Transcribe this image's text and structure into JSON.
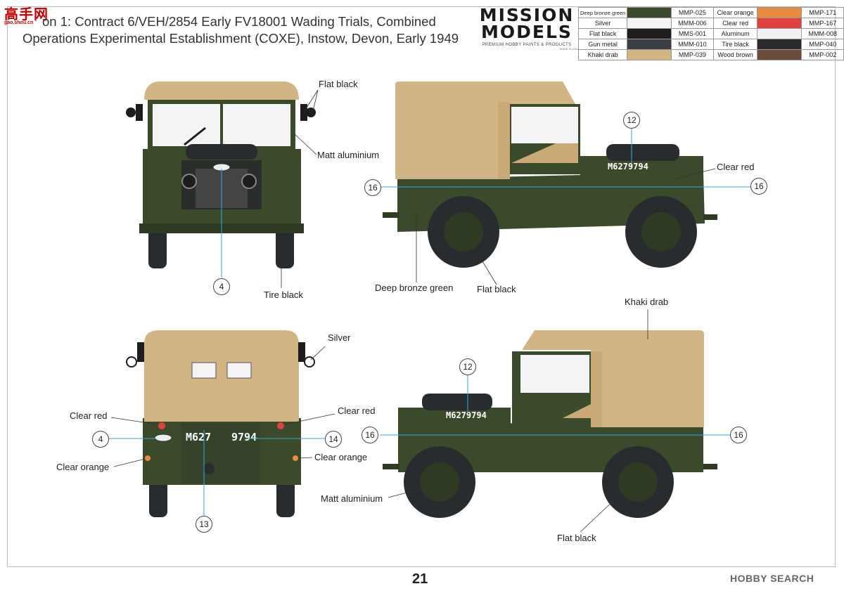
{
  "header": {
    "title_line1": "on 1: Contract 6/VEH/2854 Early FV18001 Wading Trials, Combined",
    "title_line2": "Operations Experimental Establishment (COXE), Instow, Devon, Early 1949"
  },
  "site_logo": {
    "text": "高手网",
    "sub": "gao.shou.cn"
  },
  "brand": {
    "line1": "MISSION",
    "line2": "MODELS",
    "tagline": "PREMIUM HOBBY PAINTS & PRODUCTS",
    "tiny": "MADE IN USA"
  },
  "colors": {
    "deep_bronze_green": "#3b4a2a",
    "khaki_drab": "#d2b585",
    "flat_black": "#1e1c1d",
    "gun_metal": "#3a3f45",
    "silver": "#f4f4f4",
    "clear_orange": "#e98b3e",
    "clear_red": "#e0413e",
    "aluminum": "#f2f2f2",
    "tire_black": "#282c2e",
    "wood_brown": "#6b4d3a"
  },
  "paints": [
    {
      "name": "Deep bronze green",
      "code": "MMP-025",
      "color": "#3b4a2a",
      "name2": "Clear orange",
      "code2": "MMP-171",
      "color2": "#e98b3e"
    },
    {
      "name": "Silver",
      "code": "MMM-006",
      "color": "#f4f4f4",
      "name2": "Clear red",
      "code2": "MMP-167",
      "color2": "#e0413e"
    },
    {
      "name": "Flat black",
      "code": "MMS-001",
      "color": "#1e1c1d",
      "name2": "Aluminum",
      "code2": "MMM-008",
      "color2": "#f2f2f2"
    },
    {
      "name": "Gun metal",
      "code": "MMM-010",
      "color": "#3a3f45",
      "name2": "Tire black",
      "code2": "MMP-040",
      "color2": "#282c2e"
    },
    {
      "name": "Khaki drab",
      "code": "MMP-039",
      "color": "#d2b585",
      "name2": "Wood brown",
      "code2": "MMP-002",
      "color2": "#6b4d3a"
    }
  ],
  "labels": {
    "front_flat_black": "Flat black",
    "front_matt_aluminium": "Matt aluminium",
    "front_tire_black": "Tire black",
    "side_clear_red": "Clear red",
    "side_deep_bronze_green": "Deep bronze green",
    "side_flat_black": "Flat black",
    "rear_silver": "Silver",
    "rear_clear_red_left": "Clear red",
    "rear_clear_red_right": "Clear red",
    "rear_clear_orange_left": "Clear orange",
    "rear_clear_orange_right": "Clear orange",
    "left_khaki_drab": "Khaki drab",
    "left_matt_aluminium": "Matt aluminium",
    "left_flat_black": "Flat black"
  },
  "callouts": {
    "front_4": "4",
    "side_12": "12",
    "side_16_left": "16",
    "side_16_right": "16",
    "rear_4": "4",
    "rear_14": "14",
    "rear_13": "13",
    "left_12": "12",
    "left_16_left": "16",
    "left_16_right": "16"
  },
  "registration": {
    "side": "M6279794",
    "rear_left": "M627",
    "rear_right": "9794",
    "left": "M6279794"
  },
  "footer": {
    "page_number": "21",
    "watermark": "HOBBY SEARCH"
  }
}
